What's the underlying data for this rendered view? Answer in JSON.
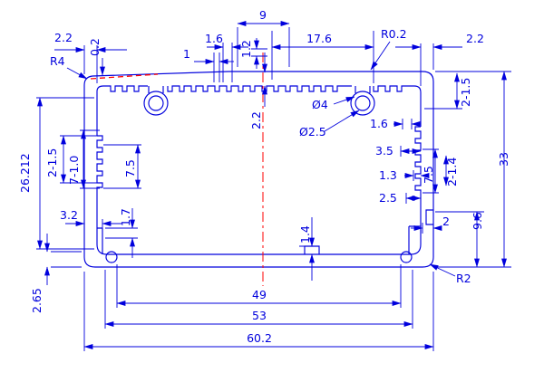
{
  "drawing": {
    "type": "extrusion-profile-cross-section",
    "units": "mm",
    "style": "2D CAD dimensioned drawing"
  },
  "colors": {
    "line": "#0000dd",
    "centerline": "#ff0000",
    "background": "#ffffff"
  },
  "labels": [
    {
      "name": "dim-top-left-wall",
      "text": "2.2"
    },
    {
      "name": "dim-top-slope",
      "text": "0.2"
    },
    {
      "name": "radius-top-left",
      "text": "R4"
    },
    {
      "name": "dim-tooth-gap",
      "text": "1.6"
    },
    {
      "name": "dim-tooth-width",
      "text": "1"
    },
    {
      "name": "dim-top-center",
      "text": "9"
    },
    {
      "name": "dim-tooth-height",
      "text": "1.2"
    },
    {
      "name": "dim-top-right-span",
      "text": "17.6"
    },
    {
      "name": "radius-tooth-tip",
      "text": "R0.2"
    },
    {
      "name": "dim-top-right-wall",
      "text": "2.2"
    },
    {
      "name": "dim-right-top-slots",
      "text": "2-1.5"
    },
    {
      "name": "dim-center-wall",
      "text": "2.2"
    },
    {
      "name": "dim-boss-outer-dia",
      "text": "Ø4"
    },
    {
      "name": "dim-boss-hole-dia",
      "text": "Ø2.5"
    },
    {
      "name": "dim-right-boss-offset",
      "text": "1.6"
    },
    {
      "name": "dim-right-groove-a",
      "text": "3.5"
    },
    {
      "name": "dim-right-groove-span",
      "text": "7.5"
    },
    {
      "name": "dim-right-slots",
      "text": "2-1.4"
    },
    {
      "name": "dim-right-groove-b",
      "text": "1.3"
    },
    {
      "name": "dim-right-groove-c",
      "text": "2.5"
    },
    {
      "name": "dim-overall-height",
      "text": "33"
    },
    {
      "name": "dim-left-slots-a",
      "text": "2-1.5"
    },
    {
      "name": "dim-left-slots-b",
      "text": "7-1.0"
    },
    {
      "name": "dim-left-groove-span",
      "text": "7.5"
    },
    {
      "name": "dim-left-height",
      "text": "26.212"
    },
    {
      "name": "dim-left-step",
      "text": "3.2"
    },
    {
      "name": "dim-left-rib",
      "text": "1.7"
    },
    {
      "name": "dim-bottom-rib",
      "text": "1.4"
    },
    {
      "name": "dim-right-step",
      "text": "2"
    },
    {
      "name": "dim-right-lower-height",
      "text": "9.6"
    },
    {
      "name": "dim-bottom-wall",
      "text": "2.65"
    },
    {
      "name": "dim-inner-width",
      "text": "49"
    },
    {
      "name": "dim-mid-width",
      "text": "53"
    },
    {
      "name": "dim-overall-width",
      "text": "60.2"
    },
    {
      "name": "radius-bottom-right",
      "text": "R2"
    }
  ]
}
